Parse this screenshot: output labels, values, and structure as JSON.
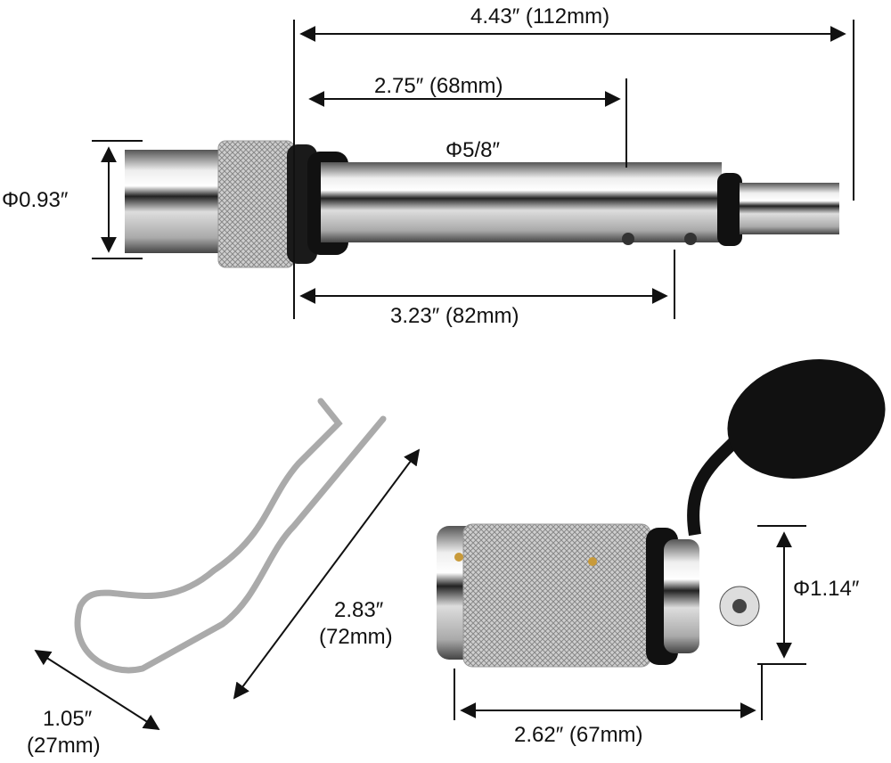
{
  "labels": {
    "overall_length": "4.43″ (112mm)",
    "shaft_length": "2.75″ (68mm)",
    "shaft_diameter": "Φ5/8″",
    "head_diameter": "Φ0.93″",
    "pin_length": "3.23″ (82mm)",
    "clip_length_in": "2.83″",
    "clip_length_mm": "(72mm)",
    "clip_width_in": "1.05″",
    "clip_width_mm": "(27mm)",
    "lock_diameter": "Φ1.14″",
    "lock_length": "2.62″ (67mm)"
  }
}
